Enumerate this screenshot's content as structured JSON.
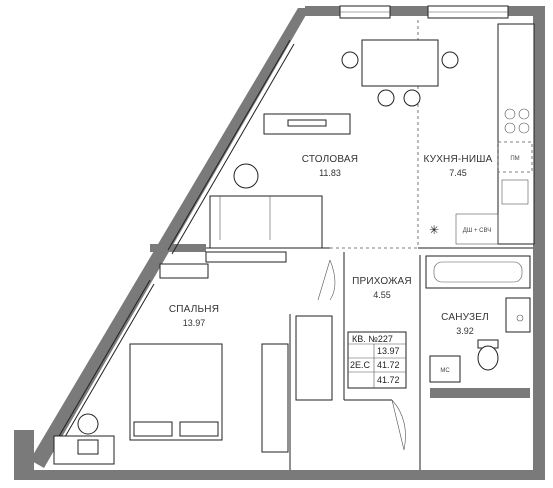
{
  "rooms": {
    "dining": {
      "name": "СТОЛОВАЯ",
      "area": "11.83"
    },
    "kitchen": {
      "name": "КУХНЯ-НИША",
      "area": "7.45"
    },
    "hall": {
      "name": "ПРИХОЖАЯ",
      "area": "4.55"
    },
    "bedroom": {
      "name": "СПАЛЬНЯ",
      "area": "13.97"
    },
    "bathroom": {
      "name": "САНУЗЕЛ",
      "area": "3.92"
    }
  },
  "labels": {
    "fridge": "ПМ",
    "shower_microwave": "ДШ + СВЧ",
    "washer": "МС"
  },
  "apartment_table": {
    "title": "КВ. №227",
    "rows": [
      {
        "label": "",
        "value": "13.97"
      },
      {
        "label": "2Е.С",
        "value": "41.72"
      },
      {
        "label": "",
        "value": "41.72"
      }
    ]
  },
  "colors": {
    "wall": "#7a7a7a",
    "line": "#222222"
  }
}
